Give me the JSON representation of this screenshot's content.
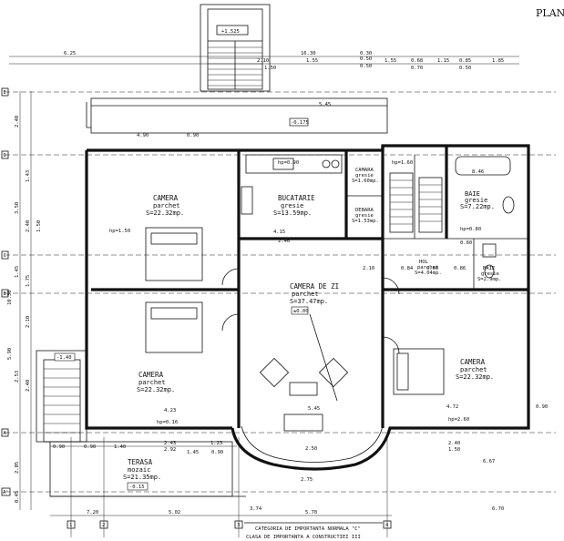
{
  "title": "PLAN",
  "top_marker": "+1.525",
  "markers": {
    "terrace_level": "-0.175",
    "living_level": "±0.00",
    "left_stair_level": "-1.40",
    "porch_level": "-0.15"
  },
  "rooms": {
    "camera_nw": {
      "name": "CAMERA",
      "floor": "parchet",
      "area": "S=22.32mp."
    },
    "bucatarie": {
      "name": "BUCATARIE",
      "floor": "gresie",
      "area": "S=13.59mp."
    },
    "camara": {
      "name": "CAMARA",
      "floor": "gresie",
      "area": "S=1.60mp."
    },
    "debara": {
      "name": "DEBARA",
      "floor": "gresie",
      "area": "S=1.53mp."
    },
    "baie_top": {
      "name": "BAIE",
      "floor": "gresie",
      "area": "S=7.22mp."
    },
    "hol": {
      "name": "HOL",
      "floor": "parchet",
      "area": "S=4.04mp."
    },
    "baie_small": {
      "name": "BAIE",
      "floor": "gresie",
      "area": "S=2.9mp."
    },
    "camera_de_zi": {
      "name": "CAMERA DE ZI",
      "floor": "parchet",
      "area": "S=37.47mp."
    },
    "camera_sw": {
      "name": "CAMERA",
      "floor": "parchet",
      "area": "S=22.32mp."
    },
    "camera_e": {
      "name": "CAMERA",
      "floor": "parchet",
      "area": "S=22.32mp."
    },
    "terasa": {
      "name": "TERASA",
      "floor": "mozaic",
      "area": "S=21.35mp."
    }
  },
  "axes": {
    "horizontal": [
      "1",
      "2",
      "3",
      "4"
    ],
    "vertical": [
      "E",
      "D",
      "C",
      "B",
      "A",
      "A'"
    ]
  },
  "dimensions": {
    "top_row1": [
      "6.25",
      "16.30",
      "0.30",
      "0.50"
    ],
    "top_row2": [
      "2.10",
      "1.55",
      "0.50",
      "1.55",
      "0.68",
      "1.15",
      "0.85",
      "1.85"
    ],
    "top_row3": [
      "1.50",
      "0.70",
      "0.50"
    ],
    "upper": [
      "5.45",
      "4.90",
      "0.90",
      "8.46",
      "4.15",
      "2.46",
      "0.90"
    ],
    "left": [
      "2.40",
      "3.50",
      "1.43",
      "2.40",
      "1.50",
      "1.45",
      "1.75",
      "2.10",
      "2.40",
      "2.53",
      "5.90",
      "10.30",
      "2.05",
      "0.45"
    ],
    "lower": [
      "4.23",
      "5.45",
      "4.72",
      "0.90",
      "6.67",
      "6.70",
      "2.75",
      "2.50",
      "3.74",
      "1.45",
      "0.90"
    ],
    "bottom_row1": [
      "7.20",
      "5.02",
      "5.70"
    ],
    "bottom_row2": [
      "0.90",
      "0.90",
      "1.40",
      "2.43",
      "2.92",
      "1.23",
      "2.40",
      "1.50"
    ],
    "small": [
      "hp=0.90",
      "hp=1.60",
      "hp=1.50",
      "hp=0.16",
      "hp=2.60",
      "hp=0.80",
      "0.60",
      "0.86",
      "0.60",
      "2.10",
      "0.84"
    ]
  },
  "footer": {
    "line1": "CATEGORIA DE IMPORTANTA NORMALA \"C\"",
    "line2": "CLASA DE IMPORTANTA A CONSTRUCTIEI III"
  }
}
